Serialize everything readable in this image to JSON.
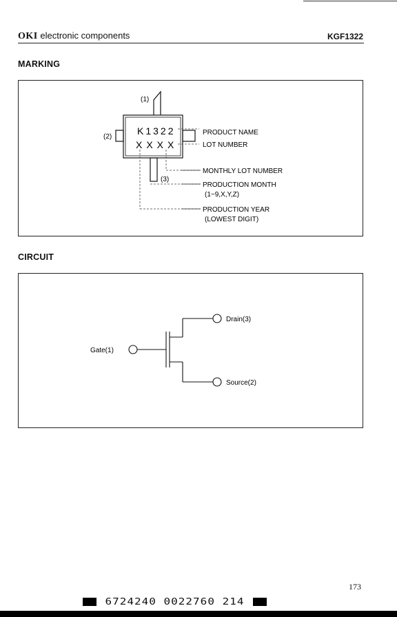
{
  "header": {
    "logo": "OKI",
    "brand_text": "electronic components",
    "part_number": "KGF1322"
  },
  "marking": {
    "title": "MARKING",
    "pin1": "(1)",
    "pin2": "(2)",
    "pin3": "(3)",
    "code_line1": "K1322",
    "code_line2": "XXXX",
    "labels": {
      "product_name": "PRODUCT NAME",
      "lot_number": "LOT NUMBER",
      "monthly_lot": "MONTHLY LOT NUMBER",
      "prod_month": "PRODUCTION MONTH",
      "prod_month_range": "(1~9,X,Y,Z)",
      "prod_year": "PRODUCTION YEAR",
      "prod_year_note": "(LOWEST DIGIT)"
    }
  },
  "circuit": {
    "title": "CIRCUIT",
    "gate": "Gate(1)",
    "drain": "Drain(3)",
    "source": "Source(2)"
  },
  "footer": {
    "page_number": "173",
    "barcode_text": "6724240 0022760 214"
  }
}
